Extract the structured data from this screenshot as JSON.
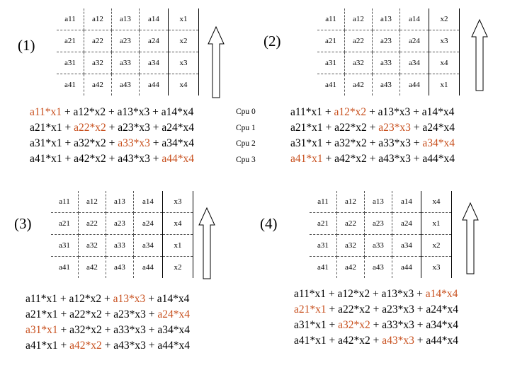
{
  "panels": [
    {
      "label": "(1)",
      "matrix": [
        [
          "a11",
          "a12",
          "a13",
          "a14"
        ],
        [
          "a21",
          "a22",
          "a23",
          "a24"
        ],
        [
          "a31",
          "a32",
          "a33",
          "a34"
        ],
        [
          "a41",
          "a42",
          "a43",
          "a44"
        ]
      ],
      "vector": [
        "x1",
        "x2",
        "x3",
        "x4"
      ],
      "equations": [
        [
          {
            "t": "a11*x1",
            "hl": true
          },
          {
            "t": " + a12*x2 + a13*x3 + a14*x4",
            "hl": false
          }
        ],
        [
          {
            "t": "a21*x1 + ",
            "hl": false
          },
          {
            "t": "a22*x2",
            "hl": true
          },
          {
            "t": " + a23*x3 + a24*x4",
            "hl": false
          }
        ],
        [
          {
            "t": "a31*x1 + a32*x2 + ",
            "hl": false
          },
          {
            "t": "a33*x3",
            "hl": true
          },
          {
            "t": " + a34*x4",
            "hl": false
          }
        ],
        [
          {
            "t": "a41*x1 + a42*x2 + a43*x3 + ",
            "hl": false
          },
          {
            "t": "a44*x4",
            "hl": true
          }
        ]
      ]
    },
    {
      "label": "(2)",
      "matrix": [
        [
          "a11",
          "a12",
          "a13",
          "a14"
        ],
        [
          "a21",
          "a22",
          "a23",
          "a24"
        ],
        [
          "a31",
          "a32",
          "a33",
          "a34"
        ],
        [
          "a41",
          "a42",
          "a43",
          "a44"
        ]
      ],
      "vector": [
        "x2",
        "x3",
        "x4",
        "x1"
      ],
      "equations": [
        [
          {
            "t": "a11*x1 + ",
            "hl": false
          },
          {
            "t": "a12*x2",
            "hl": true
          },
          {
            "t": " + a13*x3 + a14*x4",
            "hl": false
          }
        ],
        [
          {
            "t": "a21*x1 + a22*x2 + ",
            "hl": false
          },
          {
            "t": "a23*x3",
            "hl": true
          },
          {
            "t": " + a24*x4",
            "hl": false
          }
        ],
        [
          {
            "t": "a31*x1 + a32*x2 + a33*x3 + ",
            "hl": false
          },
          {
            "t": "a34*x4",
            "hl": true
          }
        ],
        [
          {
            "t": "a41*x1",
            "hl": true
          },
          {
            "t": " + a42*x2 + a43*x3 + a44*x4",
            "hl": false
          }
        ]
      ]
    },
    {
      "label": "(3)",
      "matrix": [
        [
          "a11",
          "a12",
          "a13",
          "a14"
        ],
        [
          "a21",
          "a22",
          "a23",
          "a24"
        ],
        [
          "a31",
          "a32",
          "a33",
          "a34"
        ],
        [
          "a41",
          "a42",
          "a43",
          "a44"
        ]
      ],
      "vector": [
        "x3",
        "x4",
        "x1",
        "x2"
      ],
      "equations": [
        [
          {
            "t": "a11*x1 + a12*x2 + ",
            "hl": false
          },
          {
            "t": "a13*x3",
            "hl": true
          },
          {
            "t": " + a14*x4",
            "hl": false
          }
        ],
        [
          {
            "t": "a21*x1 + a22*x2 + a23*x3 + ",
            "hl": false
          },
          {
            "t": "a24*x4",
            "hl": true
          }
        ],
        [
          {
            "t": "a31*x1",
            "hl": true
          },
          {
            "t": " + a32*x2 + a33*x3 + a34*x4",
            "hl": false
          }
        ],
        [
          {
            "t": "a41*x1 + ",
            "hl": false
          },
          {
            "t": "a42*x2",
            "hl": true
          },
          {
            "t": " + a43*x3 + a44*x4",
            "hl": false
          }
        ]
      ]
    },
    {
      "label": "(4)",
      "matrix": [
        [
          "a11",
          "a12",
          "a13",
          "a14"
        ],
        [
          "a21",
          "a22",
          "a23",
          "a24"
        ],
        [
          "a31",
          "a32",
          "a33",
          "a34"
        ],
        [
          "a41",
          "a42",
          "a43",
          "a44"
        ]
      ],
      "vector": [
        "x4",
        "x1",
        "x2",
        "x3"
      ],
      "equations": [
        [
          {
            "t": "a11*x1 + a12*x2 + a13*x3 + ",
            "hl": false
          },
          {
            "t": "a14*x4",
            "hl": true
          }
        ],
        [
          {
            "t": "a21*x1",
            "hl": true
          },
          {
            "t": " + a22*x2 + a23*x3 + a24*x4",
            "hl": false
          }
        ],
        [
          {
            "t": "a31*x1 + ",
            "hl": false
          },
          {
            "t": "a32*x2",
            "hl": true
          },
          {
            "t": " + a33*x3 + a34*x4",
            "hl": false
          }
        ],
        [
          {
            "t": "a41*x1 + a42*x2 + ",
            "hl": false
          },
          {
            "t": "a43*x3",
            "hl": true
          },
          {
            "t": " + a44*x4",
            "hl": false
          }
        ]
      ]
    }
  ],
  "cpus": [
    "Cpu 0",
    "Cpu 1",
    "Cpu 2",
    "Cpu 3"
  ],
  "colors": {
    "highlight": "#c8501e",
    "text": "#000000"
  }
}
